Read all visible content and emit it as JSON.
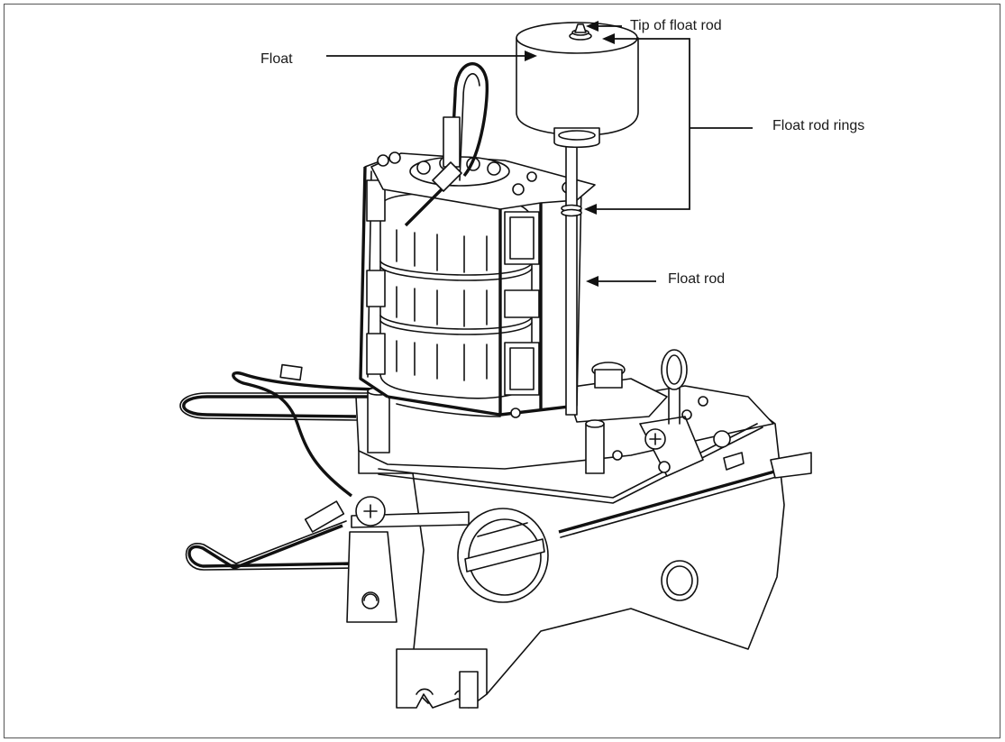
{
  "callouts": {
    "float": "Float",
    "tip_of_float_rod": "Tip of float rod",
    "float_rod_rings": "Float rod rings",
    "float_rod": "Float rod"
  },
  "colors": {
    "line": "#111111",
    "background": "#ffffff",
    "frame": "#555555"
  }
}
